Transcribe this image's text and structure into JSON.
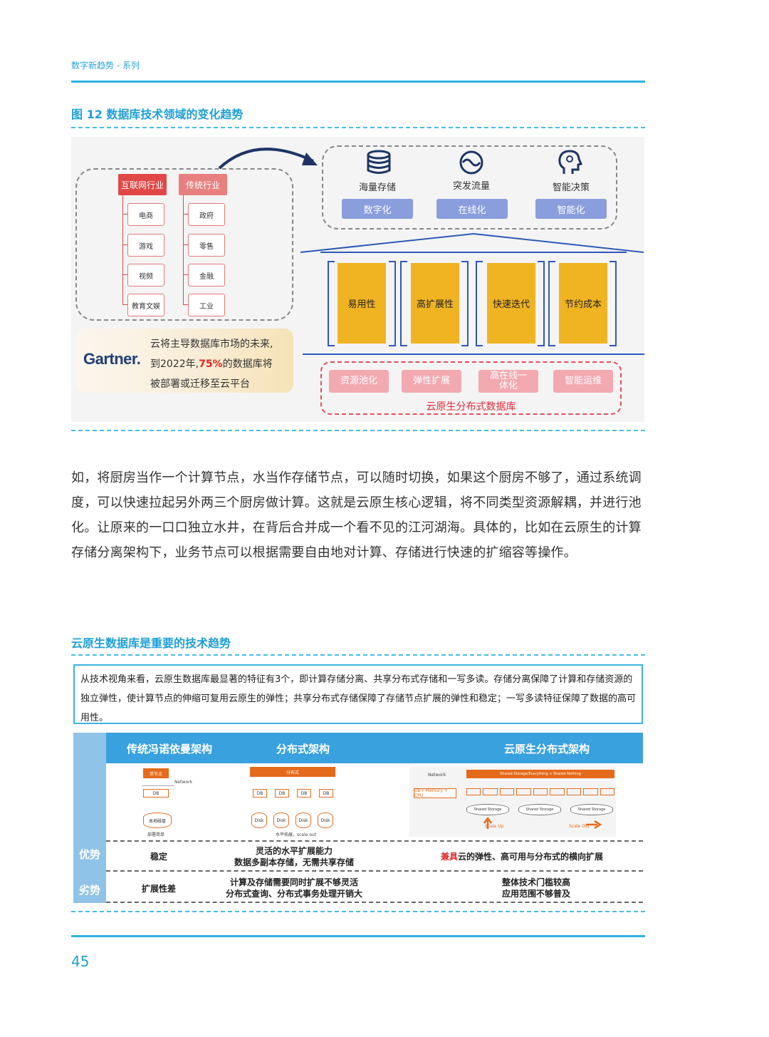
{
  "header": {
    "series": "数字新趋势 - 系列"
  },
  "figure": {
    "title": "图 12  数据库技术领域的变化趋势",
    "industries": {
      "internet": {
        "label": "互联网行业",
        "items": [
          "电商",
          "游戏",
          "视频",
          "教育文娱"
        ]
      },
      "traditional": {
        "label": "传统行业",
        "items": [
          "政府",
          "零售",
          "金融",
          "工业"
        ]
      }
    },
    "gartner": {
      "logo": "Gartner.",
      "line1": "云将主导数据库市场的未来,",
      "line2_pre": "到2022年,",
      "line2_hl": "75%",
      "line2_post": "的数据库将",
      "line3": "被部署或迁移至云平台"
    },
    "capabilities": [
      {
        "icon": "database-icon",
        "label": "海量存储",
        "tag": "数字化"
      },
      {
        "icon": "traffic-wave-icon",
        "label": "突发流量",
        "tag": "在线化"
      },
      {
        "icon": "ai-brain-icon",
        "label": "智能决策",
        "tag": "智能化"
      }
    ],
    "pillars": [
      "易用性",
      "高扩展性",
      "快速迭代",
      "节约成本"
    ],
    "foundation": {
      "items": [
        "资源池化",
        "弹性扩展",
        "高在线一体化",
        "智能运维"
      ],
      "label": "云原生分布式数据库"
    }
  },
  "paragraph": "如，将厨房当作一个计算节点，水当作存储节点，可以随时切换，如果这个厨房不够了，通过系统调度，可以快速拉起另外两三个厨房做计算。这就是云原生核心逻辑，将不同类型资源解耦，并进行池化。让原来的一口口独立水井，在背后合并成一个看不见的江河湖海。具体的，比如在云原生的计算存储分离架构下，业务节点可以根据需要自由地对计算、存储进行快速的扩缩容等操作。",
  "section": {
    "title": "云原生数据库是重要的技术趋势",
    "note": "从技术视角来看，云原生数据库最显著的特征有3个，即计算存储分离、共享分布式存储和一写多读。存储分离保障了计算和存储资源的独立弹性，使计算节点的伸缩可复用云原生的弹性；共享分布式存储保障了存储节点扩展的弹性和稳定；一写多读特征保障了数据的高可用性。"
  },
  "table": {
    "columns": [
      "传统冯诺依曼架构",
      "分布式架构",
      "云原生分布式架构"
    ],
    "rows": {
      "advantage": {
        "label": "优势",
        "col1": "稳定",
        "col2_line1": "灵活的水平扩展能力",
        "col2_line2": "数据多副本存储，无需共享存储",
        "col3_red": "兼具",
        "col3_rest": "云的弹性、高可用与分布式的横向扩展"
      },
      "disadvantage": {
        "label": "劣势",
        "col1": "扩展性差",
        "col2_line1": "计算及存储需要同时扩展不够灵活",
        "col2_line2": "分布式查询、分布式事务处理开销大",
        "col3_line1": "整体技术门槛较高",
        "col3_line2": "应用范围不够普及"
      }
    },
    "diagram_labels": {
      "single_node": "单节点",
      "network": "Network",
      "db": "DB",
      "local_disk": "本地磁盘",
      "deploy_simple": "部署简单",
      "distributed": "分布式",
      "disk": "Disk",
      "scale_out_cn": "水平拓展，scale out",
      "network2": "Network",
      "memory_cpu": "DB+ Memory + CPU",
      "shared_banner": "Shared Storage/Everything + Shared Nothing",
      "shared_storage": "Shared Storage",
      "scale_up": "Scale Up",
      "scale_out": "Scale Out"
    }
  },
  "footer": {
    "page": "45"
  }
}
